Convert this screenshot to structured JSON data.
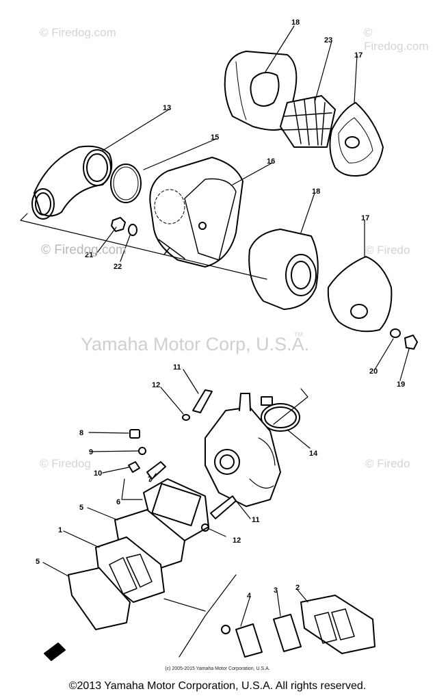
{
  "watermarks": {
    "site": "© Firedog.com",
    "site_center": "© Firedog.com",
    "brand": "Yamaha Motor Corp, U.S.A.",
    "tm": "TM",
    "right_partial": "© Firedo",
    "left_partial": "© Firedog"
  },
  "callouts": {
    "p1": "1",
    "p2": "2",
    "p3": "3",
    "p4": "4",
    "p5a": "5",
    "p5b": "5",
    "p6": "6",
    "p7": "7",
    "p8": "8",
    "p9": "9",
    "p10": "10",
    "p11a": "11",
    "p11b": "11",
    "p12a": "12",
    "p12b": "12",
    "p13": "13",
    "p14": "14",
    "p15": "15",
    "p16": "16",
    "p18a": "18",
    "p18b": "18",
    "p17a": "17",
    "p17b": "17",
    "p19": "19",
    "p20": "20",
    "p21": "21",
    "p22": "22",
    "p23": "23"
  },
  "copyright_small": "(c) 2005-2015 Yamaha Motor Corporation, U.S.A.",
  "copyright_main": "©2013 Yamaha Motor Corporation, U.S.A. All rights reserved."
}
